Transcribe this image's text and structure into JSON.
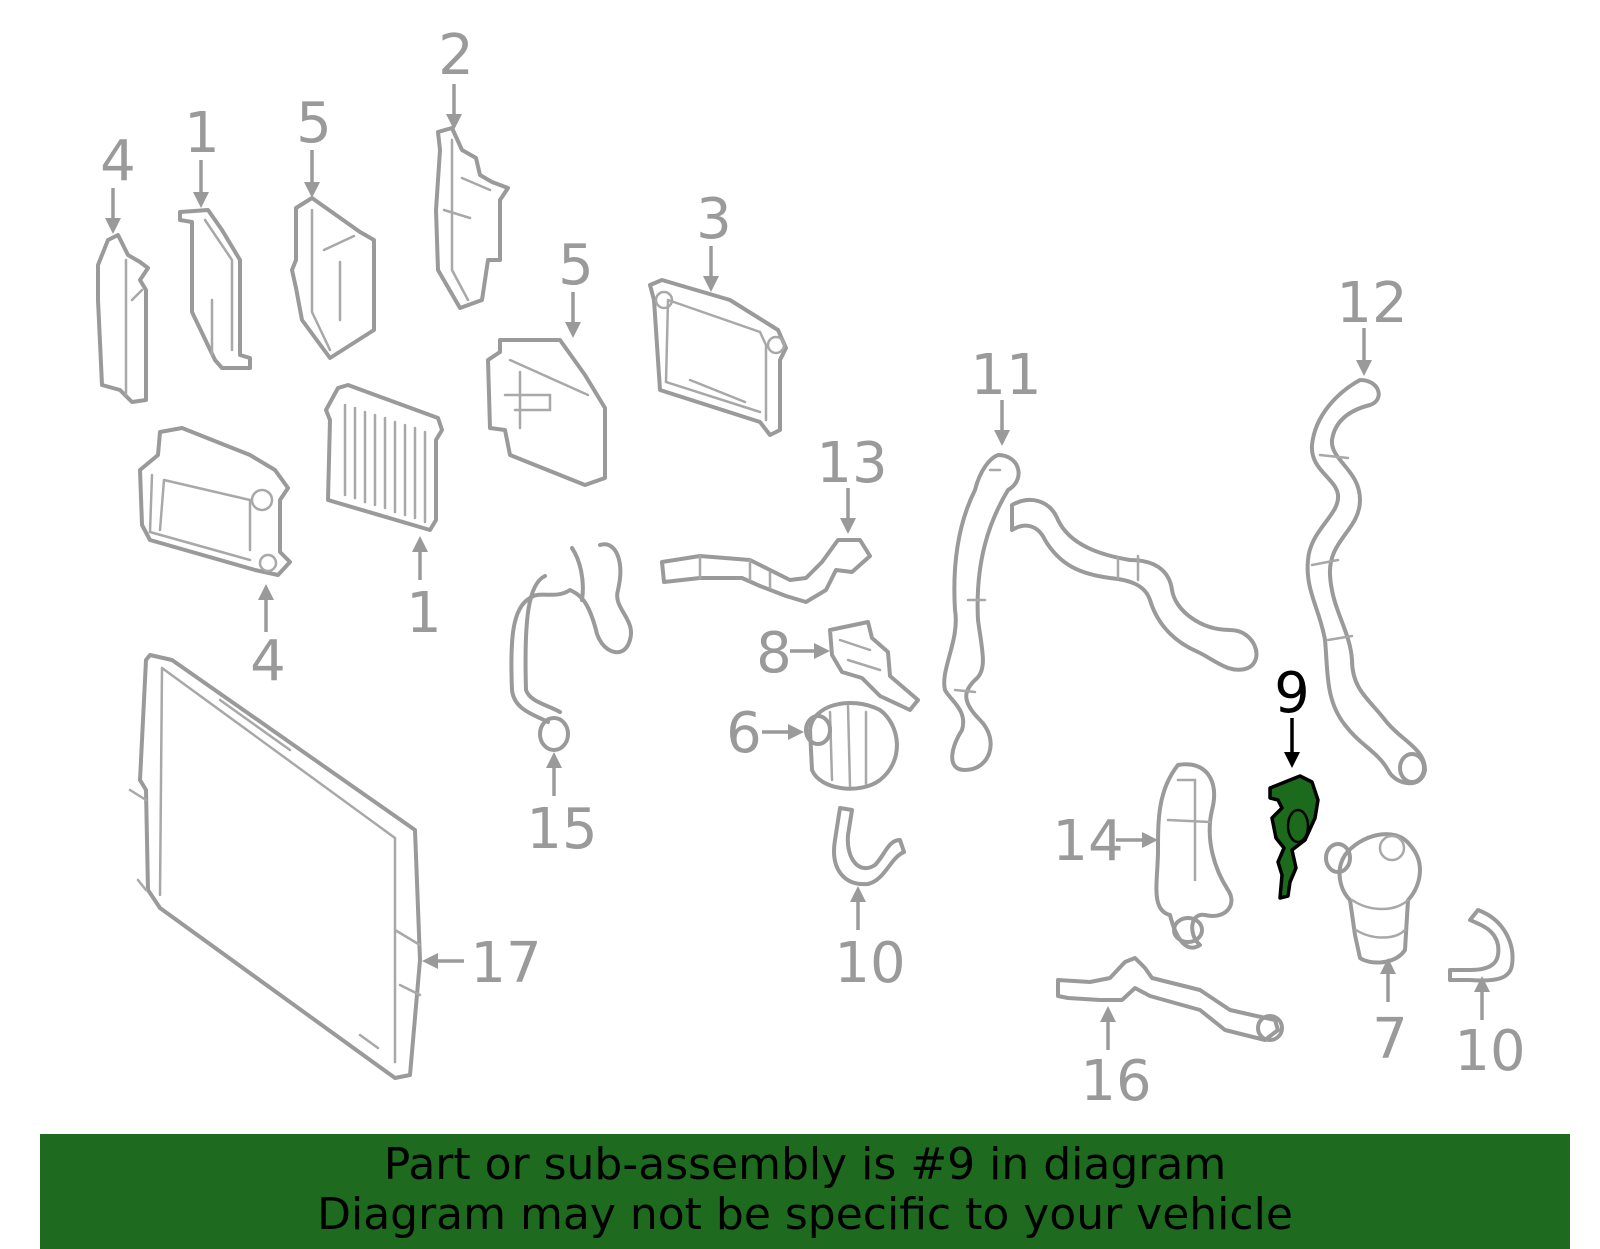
{
  "callouts": {
    "c4a": "4",
    "c1a": "1",
    "c5a": "5",
    "c2": "2",
    "c5b": "5",
    "c3": "3",
    "c4b": "4",
    "c1b": "1",
    "c11": "11",
    "c12": "12",
    "c13": "13",
    "c8": "8",
    "c6": "6",
    "c15": "15",
    "c9": "9",
    "c14": "14",
    "c10a": "10",
    "c17": "17",
    "c16": "16",
    "c7": "7",
    "c10b": "10"
  },
  "banner": {
    "line1": "Part or sub-assembly is #9 in diagram",
    "line2": "Diagram may not be specific to your vehicle"
  },
  "colors": {
    "highlight": "#1e6a1e",
    "parts": "#9a9a9a",
    "highlight_callout": "#000000"
  }
}
